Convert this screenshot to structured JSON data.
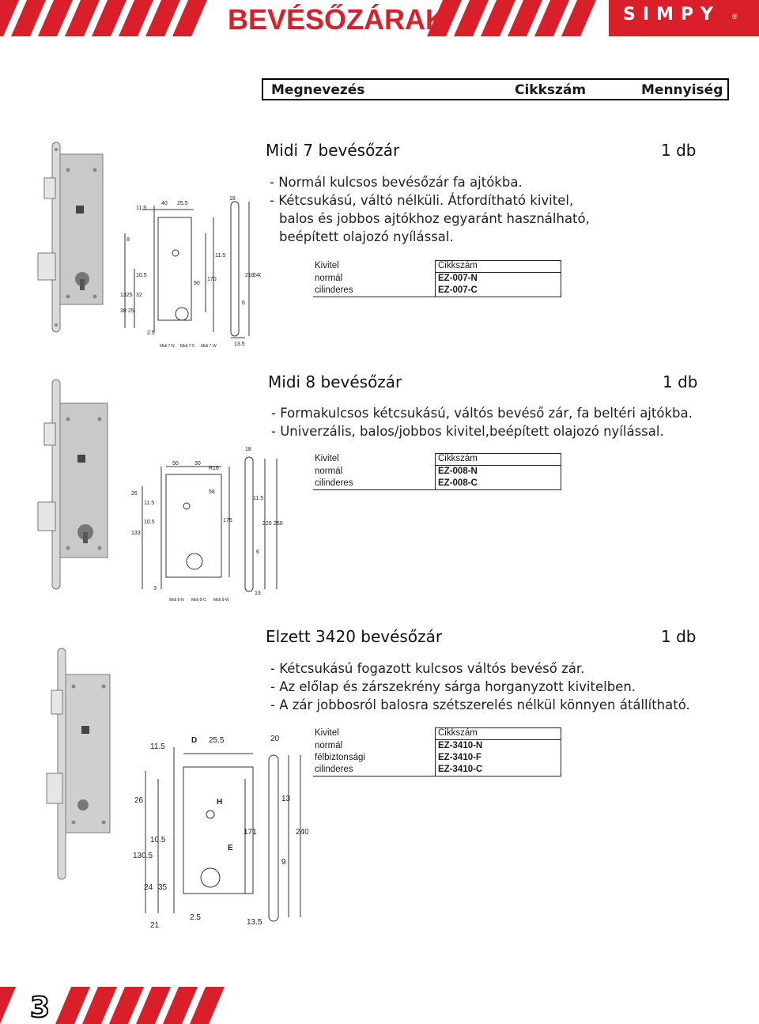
{
  "header": {
    "title": "BEVÉSŐZÁRAK",
    "brand": "SIMPY",
    "brand_mark": "®",
    "colors": {
      "accent": "#d9202a",
      "stripe": "#d9202a"
    }
  },
  "column_headers": {
    "name": "Megnevezés",
    "code": "Cikkszám",
    "quantity": "Mennyiség"
  },
  "products": [
    {
      "title": "Midi 7 bevésőzár",
      "quantity": "1 db",
      "description": [
        "- Normál kulcsos bevésőzár fa ajtókba.",
        "- Kétcsukású, váltó nélküli. Átfordítható kivitel,",
        "  balos és jobbos ajtókhoz egyaránt használható,",
        "  beépített olajozó nyílással."
      ],
      "table": {
        "head_left": "Kivitel",
        "head_right": "Cikkszám",
        "rows": [
          {
            "kind": "normál",
            "code": "EZ-007-N"
          },
          {
            "kind": "cilinderes",
            "code": "EZ-007-C"
          }
        ]
      },
      "drawing_labels": [
        "11.5",
        "40",
        "25.5",
        "18",
        "8",
        "1325",
        "10.5",
        "32",
        "38",
        "25",
        "170",
        "90",
        "218",
        "240",
        "11.5",
        "6",
        "13.5",
        "2.5",
        "Midi 7-N",
        "Midi 7-C",
        "Midi 7-W"
      ]
    },
    {
      "title": "Midi 8 bevésőzár",
      "quantity": "1 db",
      "description": [
        "- Formakulcsos kétcsukású, váltós bevéső zár, fa beltéri ajtókba.",
        "- Univerzális, balos/jobbos kivitel,beépített olajozó nyílással."
      ],
      "table": {
        "head_left": "Kivitel",
        "head_right": "Cikkszám",
        "rows": [
          {
            "kind": "normál",
            "code": "EZ-008-N"
          },
          {
            "kind": "cilinderes",
            "code": "EZ-008-C"
          }
        ]
      },
      "drawing_labels": [
        "50",
        "30",
        "R16",
        "18",
        "26",
        "11.5",
        "10.5",
        "133",
        "58",
        "175",
        "220",
        "250",
        "11.5",
        "6",
        "13",
        "3",
        "Midi 8-N",
        "Midi 8-C",
        "Midi 8-W"
      ]
    },
    {
      "title": "Elzett 3420 bevésőzár",
      "quantity": "1 db",
      "description": [
        "- Kétcsukású fogazott kulcsos váltós bevéső zár.",
        "- Az előlap és zárszekrény sárga horganyzott kivitelben.",
        "- A zár jobbosról balosra szétszerelés nélkül könnyen átállítható."
      ],
      "table": {
        "head_left": "Kivitel",
        "head_right": "Cikkszám",
        "rows": [
          {
            "kind": "normál",
            "code": "EZ-3410-N"
          },
          {
            "kind": "félbiztonsági",
            "code": "EZ-3410-F"
          },
          {
            "kind": "cilinderes",
            "code": "EZ-3410-C"
          }
        ]
      },
      "drawing_labels": [
        "11.5",
        "D",
        "25.5",
        "20",
        "26",
        "H",
        "13",
        "10.5",
        "130.5",
        "E",
        "171",
        "240",
        "24",
        "35",
        "9",
        "2.5",
        "21",
        "13.5"
      ]
    }
  ],
  "page_number": "3"
}
